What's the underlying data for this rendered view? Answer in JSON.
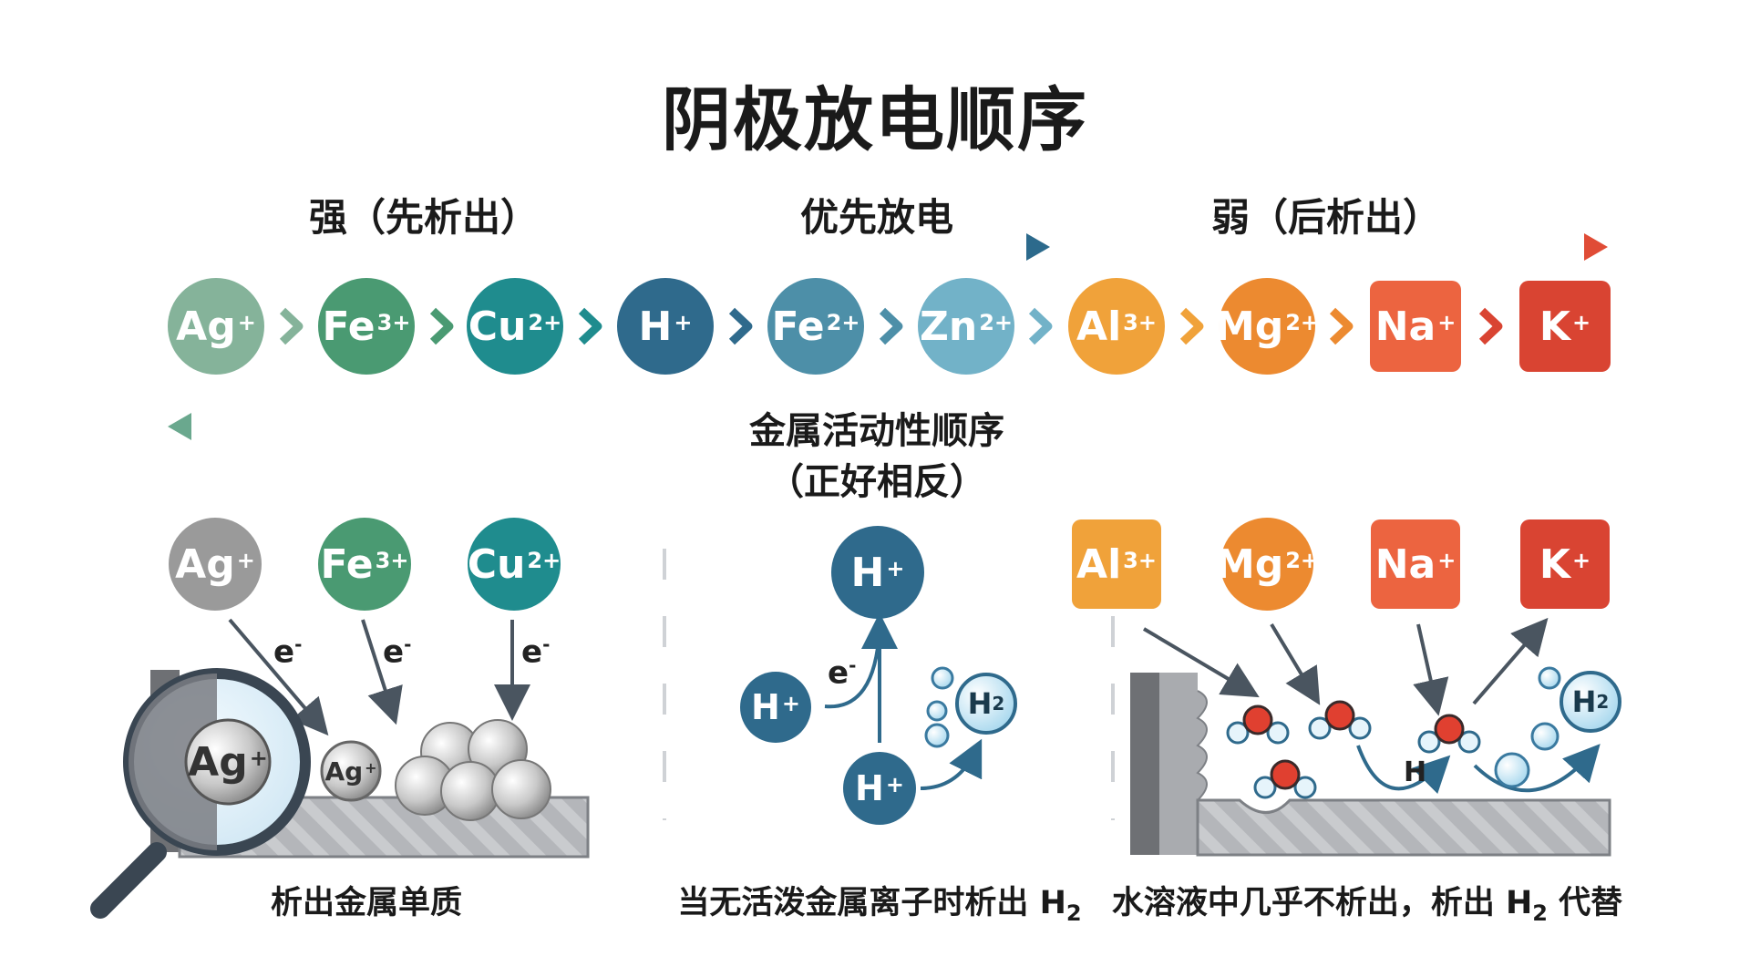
{
  "title": "阴极放电顺序",
  "headers": {
    "strong": "强（先析出）",
    "priority": "优先放电",
    "weak": "弱（后析出）"
  },
  "series": [
    {
      "sym": "Ag",
      "chg": "+",
      "color": "#85b39a",
      "shape": "circle"
    },
    {
      "sym": "Fe",
      "chg": "3+",
      "color": "#4a9a72",
      "shape": "circle"
    },
    {
      "sym": "Cu",
      "chg": "2+",
      "color": "#1f8c8e",
      "shape": "circle"
    },
    {
      "sym": "H",
      "chg": "+",
      "color": "#2f6a8c",
      "shape": "circle"
    },
    {
      "sym": "Fe",
      "chg": "2+",
      "color": "#4d8fa8",
      "shape": "circle"
    },
    {
      "sym": "Zn",
      "chg": "2+",
      "color": "#72b2c8",
      "shape": "circle"
    },
    {
      "sym": "Al",
      "chg": "3+",
      "color": "#f0a23a",
      "shape": "circle"
    },
    {
      "sym": "Mg",
      "chg": "2+",
      "color": "#ec8a30",
      "shape": "circle"
    },
    {
      "sym": "Na",
      "chg": "+",
      "color": "#ec6440",
      "shape": "square"
    },
    {
      "sym": "K",
      "chg": "+",
      "color": "#d94432",
      "shape": "square"
    }
  ],
  "activity": {
    "line1": "金属活动性顺序",
    "line2": "（正好相反）"
  },
  "bottom_left": {
    "ions": [
      {
        "sym": "Ag",
        "chg": "+",
        "color": "#9a9a9a"
      },
      {
        "sym": "Fe",
        "chg": "3+",
        "color": "#4a9a72"
      },
      {
        "sym": "Cu",
        "chg": "2+",
        "color": "#1f8c8e"
      }
    ],
    "electron": "e",
    "electron_sign": "-",
    "magnified_ion": {
      "sym": "Ag",
      "chg": "+"
    },
    "small_ion": {
      "sym": "Ag",
      "chg": "+"
    },
    "caption": "析出金属单质"
  },
  "bottom_mid": {
    "ion": {
      "sym": "H",
      "chg": "+",
      "color": "#2f6a8c"
    },
    "electron": "e",
    "electron_sign": "-",
    "h2_main": "H",
    "h2_sub": "2",
    "caption_main": "当无活泼金属离子时析出 H",
    "caption_sub": "2"
  },
  "bottom_right": {
    "ions": [
      {
        "sym": "Al",
        "chg": "3+",
        "color": "#f0a23a",
        "shape": "square"
      },
      {
        "sym": "Mg",
        "chg": "2+",
        "color": "#ec8a30",
        "shape": "circle"
      },
      {
        "sym": "Na",
        "chg": "+",
        "color": "#ec6440",
        "shape": "square"
      },
      {
        "sym": "K",
        "chg": "+",
        "color": "#d94432",
        "shape": "square"
      }
    ],
    "h_label": "H",
    "h2_main": "H",
    "h2_sub": "2",
    "caption_pre": "水溶液中几乎不析出，析出 H",
    "caption_sub": "2",
    "caption_post": " 代替"
  }
}
